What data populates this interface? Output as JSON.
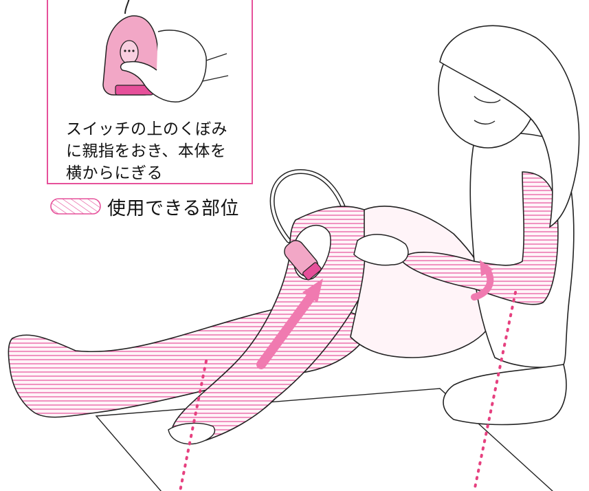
{
  "inset": {
    "caption_line1": "スイッチの上のくぼみ",
    "caption_line2": "に親指をおき、本体を",
    "caption_line3": "横からにぎる"
  },
  "legend": {
    "label": "使用できる部位"
  },
  "colors": {
    "accent_pink": "#e6509a",
    "skin_line": "#222222",
    "device_pink": "#f2a7c6"
  }
}
